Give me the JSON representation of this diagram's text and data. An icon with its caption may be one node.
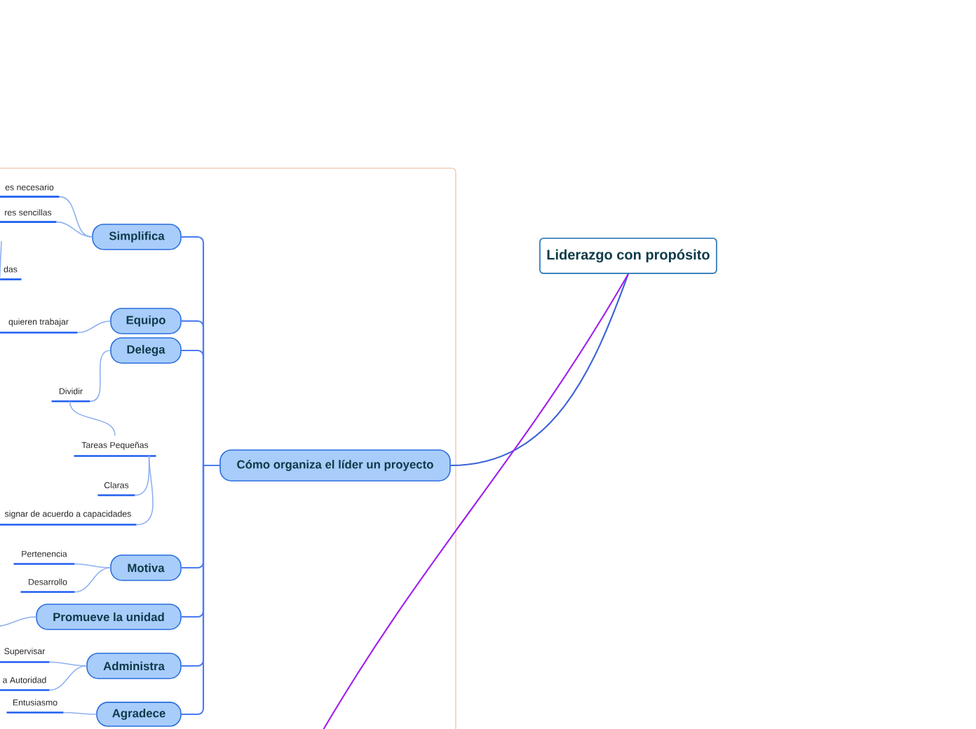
{
  "diagram": {
    "nodes": [
      {
        "text": [
          "Liderazgo con propósito"
        ]
      },
      {
        "text": [
          "Cómo organiza el líder un proyecto"
        ]
      },
      {
        "text": [
          "Simplifica"
        ]
      },
      {
        "text": [
          "es necesario"
        ]
      },
      {
        "text": [
          "res sencillas"
        ]
      },
      {
        "text": [
          "das"
        ]
      },
      {
        "text": [
          "Equipo"
        ]
      },
      {
        "text": [
          "quieren trabajar"
        ]
      },
      {
        "text": [
          "Delega"
        ]
      },
      {
        "text": [
          "Dividir"
        ]
      },
      {
        "text": [
          "Tareas Pequeñas"
        ]
      },
      {
        "text": [
          "Claras"
        ]
      },
      {
        "text": [
          "signar de acuerdo a capacidades"
        ]
      },
      {
        "text": [
          "Motiva"
        ]
      },
      {
        "text": [
          "Pertenencia"
        ]
      },
      {
        "text": [
          "Desarrollo"
        ]
      },
      {
        "text": [
          "Promueve la unidad"
        ]
      },
      {
        "text": [
          "Administra"
        ]
      },
      {
        "text": [
          "Supervisar"
        ]
      },
      {
        "text": [
          "a Autoridad"
        ]
      },
      {
        "text": [
          "Entusiasmo"
        ]
      },
      {
        "text": [
          "Agradece"
        ]
      }
    ],
    "edges": [
      {
        "from": 0,
        "to": 1,
        "arrow": "none"
      },
      {
        "from": 0,
        "to": null,
        "arrow": "none",
        "color": "#a020f0"
      },
      {
        "from": 1,
        "to": 2,
        "arrow": "none"
      },
      {
        "from": 1,
        "to": 6,
        "arrow": "none"
      },
      {
        "from": 1,
        "to": 8,
        "arrow": "none"
      },
      {
        "from": 1,
        "to": 13,
        "arrow": "none"
      },
      {
        "from": 1,
        "to": 16,
        "arrow": "none"
      },
      {
        "from": 1,
        "to": 17,
        "arrow": "none"
      },
      {
        "from": 1,
        "to": 21,
        "arrow": "none"
      },
      {
        "from": 2,
        "to": 3,
        "arrow": "none"
      },
      {
        "from": 2,
        "to": 4,
        "arrow": "none"
      },
      {
        "from": null,
        "to": 5,
        "arrow": "none"
      },
      {
        "from": 6,
        "to": 7,
        "arrow": "none"
      },
      {
        "from": 8,
        "to": 9,
        "arrow": "none"
      },
      {
        "from": 9,
        "to": 10,
        "arrow": "none"
      },
      {
        "from": 10,
        "to": 11,
        "arrow": "none"
      },
      {
        "from": 10,
        "to": 12,
        "arrow": "none"
      },
      {
        "from": 13,
        "to": 14,
        "arrow": "none"
      },
      {
        "from": 13,
        "to": 15,
        "arrow": "none"
      },
      {
        "from": 16,
        "to": null,
        "arrow": "none"
      },
      {
        "from": 17,
        "to": 18,
        "arrow": "none"
      },
      {
        "from": 17,
        "to": 19,
        "arrow": "none"
      },
      {
        "from": 21,
        "to": 20,
        "arrow": "none"
      }
    ]
  }
}
